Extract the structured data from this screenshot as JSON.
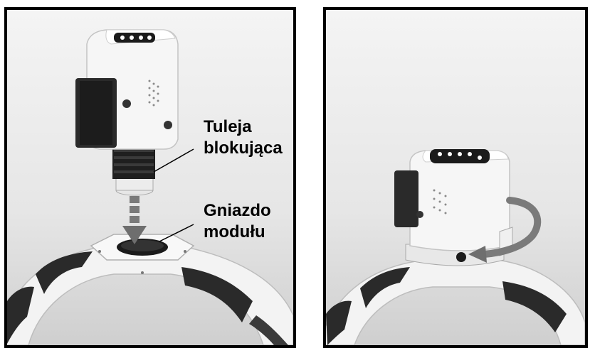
{
  "callouts": {
    "locking_sleeve": {
      "line1": "Tuleja",
      "line2": "blokująca"
    },
    "module_socket": {
      "line1": "Gniazdo",
      "line2": "modułu"
    }
  },
  "colors": {
    "frame": "#000000",
    "device_body": "#f5f5f5",
    "dark_parts": "#1f1f1f",
    "arrow": "#6e6e6e"
  },
  "icons": {
    "insert_arrow": "dashed-down-arrow",
    "rotate_arrow": "curved-rotation-arrow"
  }
}
